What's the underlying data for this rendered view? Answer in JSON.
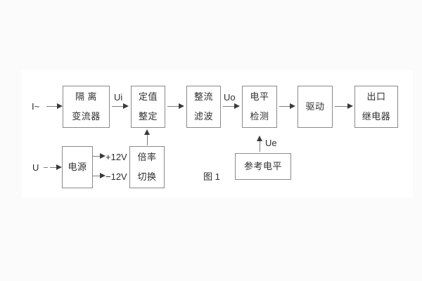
{
  "figure": {
    "caption": "图 1",
    "type": "block-diagram",
    "colors": {
      "background": "#fbfbfc",
      "panel": "#ffffff",
      "box_border": "#8a8a8a",
      "line": "#7d7d7d",
      "arrowhead": "#3a3a3a",
      "text": "#2f2f2f"
    }
  },
  "inputs": {
    "current_input": "I~",
    "voltage_input": "U"
  },
  "signals": {
    "ui": "Ui",
    "uo": "Uo",
    "ue": "Ue",
    "plus12v": "+12V",
    "minus12v": "−12V"
  },
  "blocks": {
    "isolation": {
      "line1": "隔 离",
      "line2": "变流器"
    },
    "setting": {
      "line1": "定值",
      "line2": "整定"
    },
    "rectifier": {
      "line1": "整流",
      "line2": "滤波"
    },
    "level": {
      "line1": "电平",
      "line2": "检测"
    },
    "drive": {
      "line1": "驱动"
    },
    "relay": {
      "line1": "出口",
      "line2": "继电器"
    },
    "power": {
      "line1": "电源"
    },
    "ratio": {
      "line1": "倍率",
      "line2": "切换"
    },
    "reference": {
      "line1": "参考电平"
    }
  }
}
